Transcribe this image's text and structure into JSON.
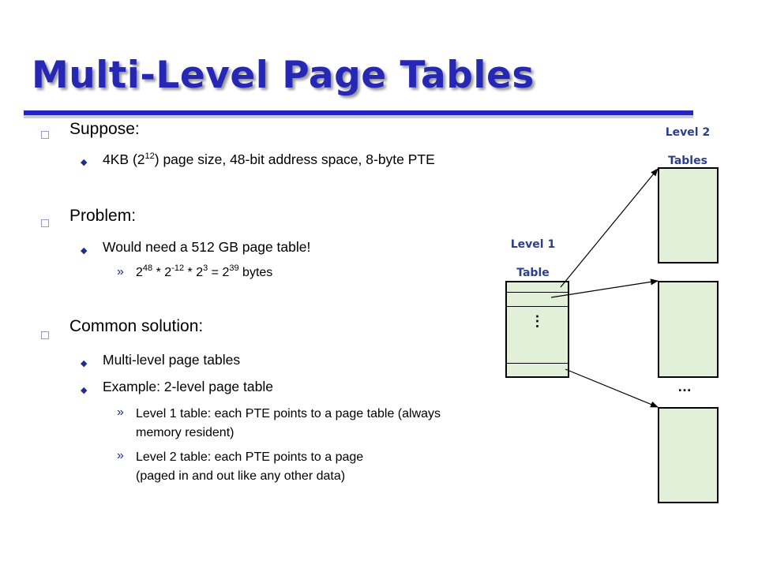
{
  "title": "Multi-Level Page Tables",
  "bullets": {
    "suppose": {
      "label": "Suppose:",
      "item1": {
        "pre": "4KB (2",
        "sup": "12",
        "post": ") page size, 48-bit address space, 8-byte PTE"
      }
    },
    "problem": {
      "label": "Problem:",
      "item1": "Would need a 512 GB page table!",
      "sub1": {
        "marker": "»",
        "b1": "2",
        "e1": "48",
        "s1": " * 2",
        "e2": "-12",
        "s2": " * 2",
        "e3": "3",
        "s3": " = 2",
        "e4": "39",
        "s4": " bytes"
      }
    },
    "solution": {
      "label": "Common solution:",
      "item1": "Multi-level page tables",
      "item2": "Example: 2-level page table",
      "sub1": {
        "marker": "»",
        "line1": "Level 1 table: each PTE points to a page table (always",
        "line2": "memory resident)"
      },
      "sub2": {
        "marker": "»",
        "line1": "Level 2 table: each PTE points to a page",
        "line2": "(paged in and out like any other data)"
      }
    }
  },
  "diagram": {
    "level2_label": [
      "Level 2",
      "Tables"
    ],
    "level1_label": [
      "Level 1",
      "Table"
    ],
    "level1_dots": "⋮",
    "level2_dots": "…"
  }
}
